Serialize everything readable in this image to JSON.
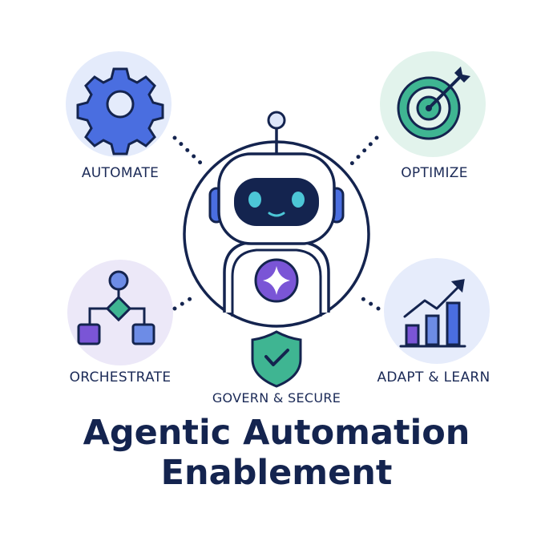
{
  "nodes": {
    "automate": "AUTOMATE",
    "optimize": "OPTIMIZE",
    "orchestrate": "ORCHESTRATE",
    "adapt": "ADAPT & LEARN",
    "govern": "GOVERN & SECURE"
  },
  "title": {
    "line1": "Agentic Automation",
    "line2": "Enablement"
  },
  "colors": {
    "navy": "#14244f",
    "blue": "#4a6ee0",
    "teal": "#3fb592",
    "purple": "#7a55d6",
    "cyan": "#4cc6d6"
  }
}
